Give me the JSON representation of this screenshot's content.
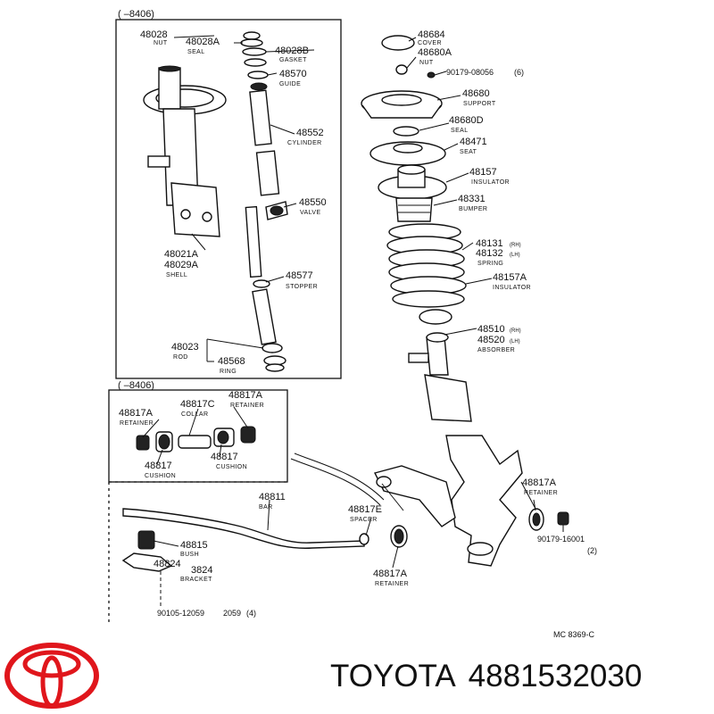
{
  "brand": {
    "name": "TOYOTA",
    "part_number": "4881532030",
    "logo_color": "#e0161c"
  },
  "diagram": {
    "code": "MC 8369-C",
    "box1_range": "(       –8406)",
    "box2_range": "(       –8406)",
    "labels": {
      "p48028": "48028",
      "nut": "NUT",
      "p48028a": "48028A",
      "seal1": "SEAL",
      "p48028b": "48028B",
      "gasket": "GASKET",
      "p48570": "48570",
      "guide": "GUIDE",
      "p48552": "48552",
      "cylinder": "CYLINDER",
      "p48550": "48550",
      "valve": "VALVE",
      "p48021a": "48021A",
      "p48029a": "48029A",
      "shell": "SHELL",
      "p48577": "48577",
      "stopper": "STOPPER",
      "p48023": "48023",
      "rod": "ROD",
      "p48568": "48568",
      "ring": "RING",
      "p48684": "48684",
      "cover": "COVER",
      "p48680a": "48680A",
      "nut2": "NUT",
      "p90179_08056": "90179-08056",
      "qty6": "(6)",
      "p48680": "48680",
      "support": "SUPPORT",
      "p48680d": "48680D",
      "seal2": "SEAL",
      "p48471": "48471",
      "seat": "SEAT",
      "p48157": "48157",
      "insulator1": "INSULATOR",
      "p48331": "48331",
      "bumper": "BUMPER",
      "p48131": "48131",
      "rh1": "(RH)",
      "p48132": "48132",
      "lh1": "(LH)",
      "spring": "SPRING",
      "p48157a": "48157A",
      "insulator2": "INSULATOR",
      "p48510": "48510",
      "rh2": "(RH)",
      "p48520": "48520",
      "lh2": "(LH)",
      "absorber": "ABSORBER",
      "p48817a_1": "48817A",
      "retainer1": "RETAINER",
      "p48817c": "48817C",
      "collar": "COLLAR",
      "p48817a_2": "48817A",
      "retainer2": "RETAINER",
      "p48817_1": "48817",
      "cushion1": "CUSHION",
      "p48817_2": "48817",
      "cushion2": "CUSHION",
      "p48811": "48811",
      "bar": "BAR",
      "p48817e": "48817E",
      "spacer": "SPACER",
      "p48815": "48815",
      "bush": "BUSH",
      "p48824": "48824",
      "p3824": "3824",
      "bracket": "BRACKET",
      "p90105_12059": "90105-12059",
      "p2059": "2059",
      "qty4": "(4)",
      "p48817a_3": "48817A",
      "retainer3": "RETAINER",
      "p48817a_4": "48817A",
      "retainer4": "RETAINER",
      "p90179_16001": "90179-16001",
      "qty2": "(2)"
    }
  }
}
